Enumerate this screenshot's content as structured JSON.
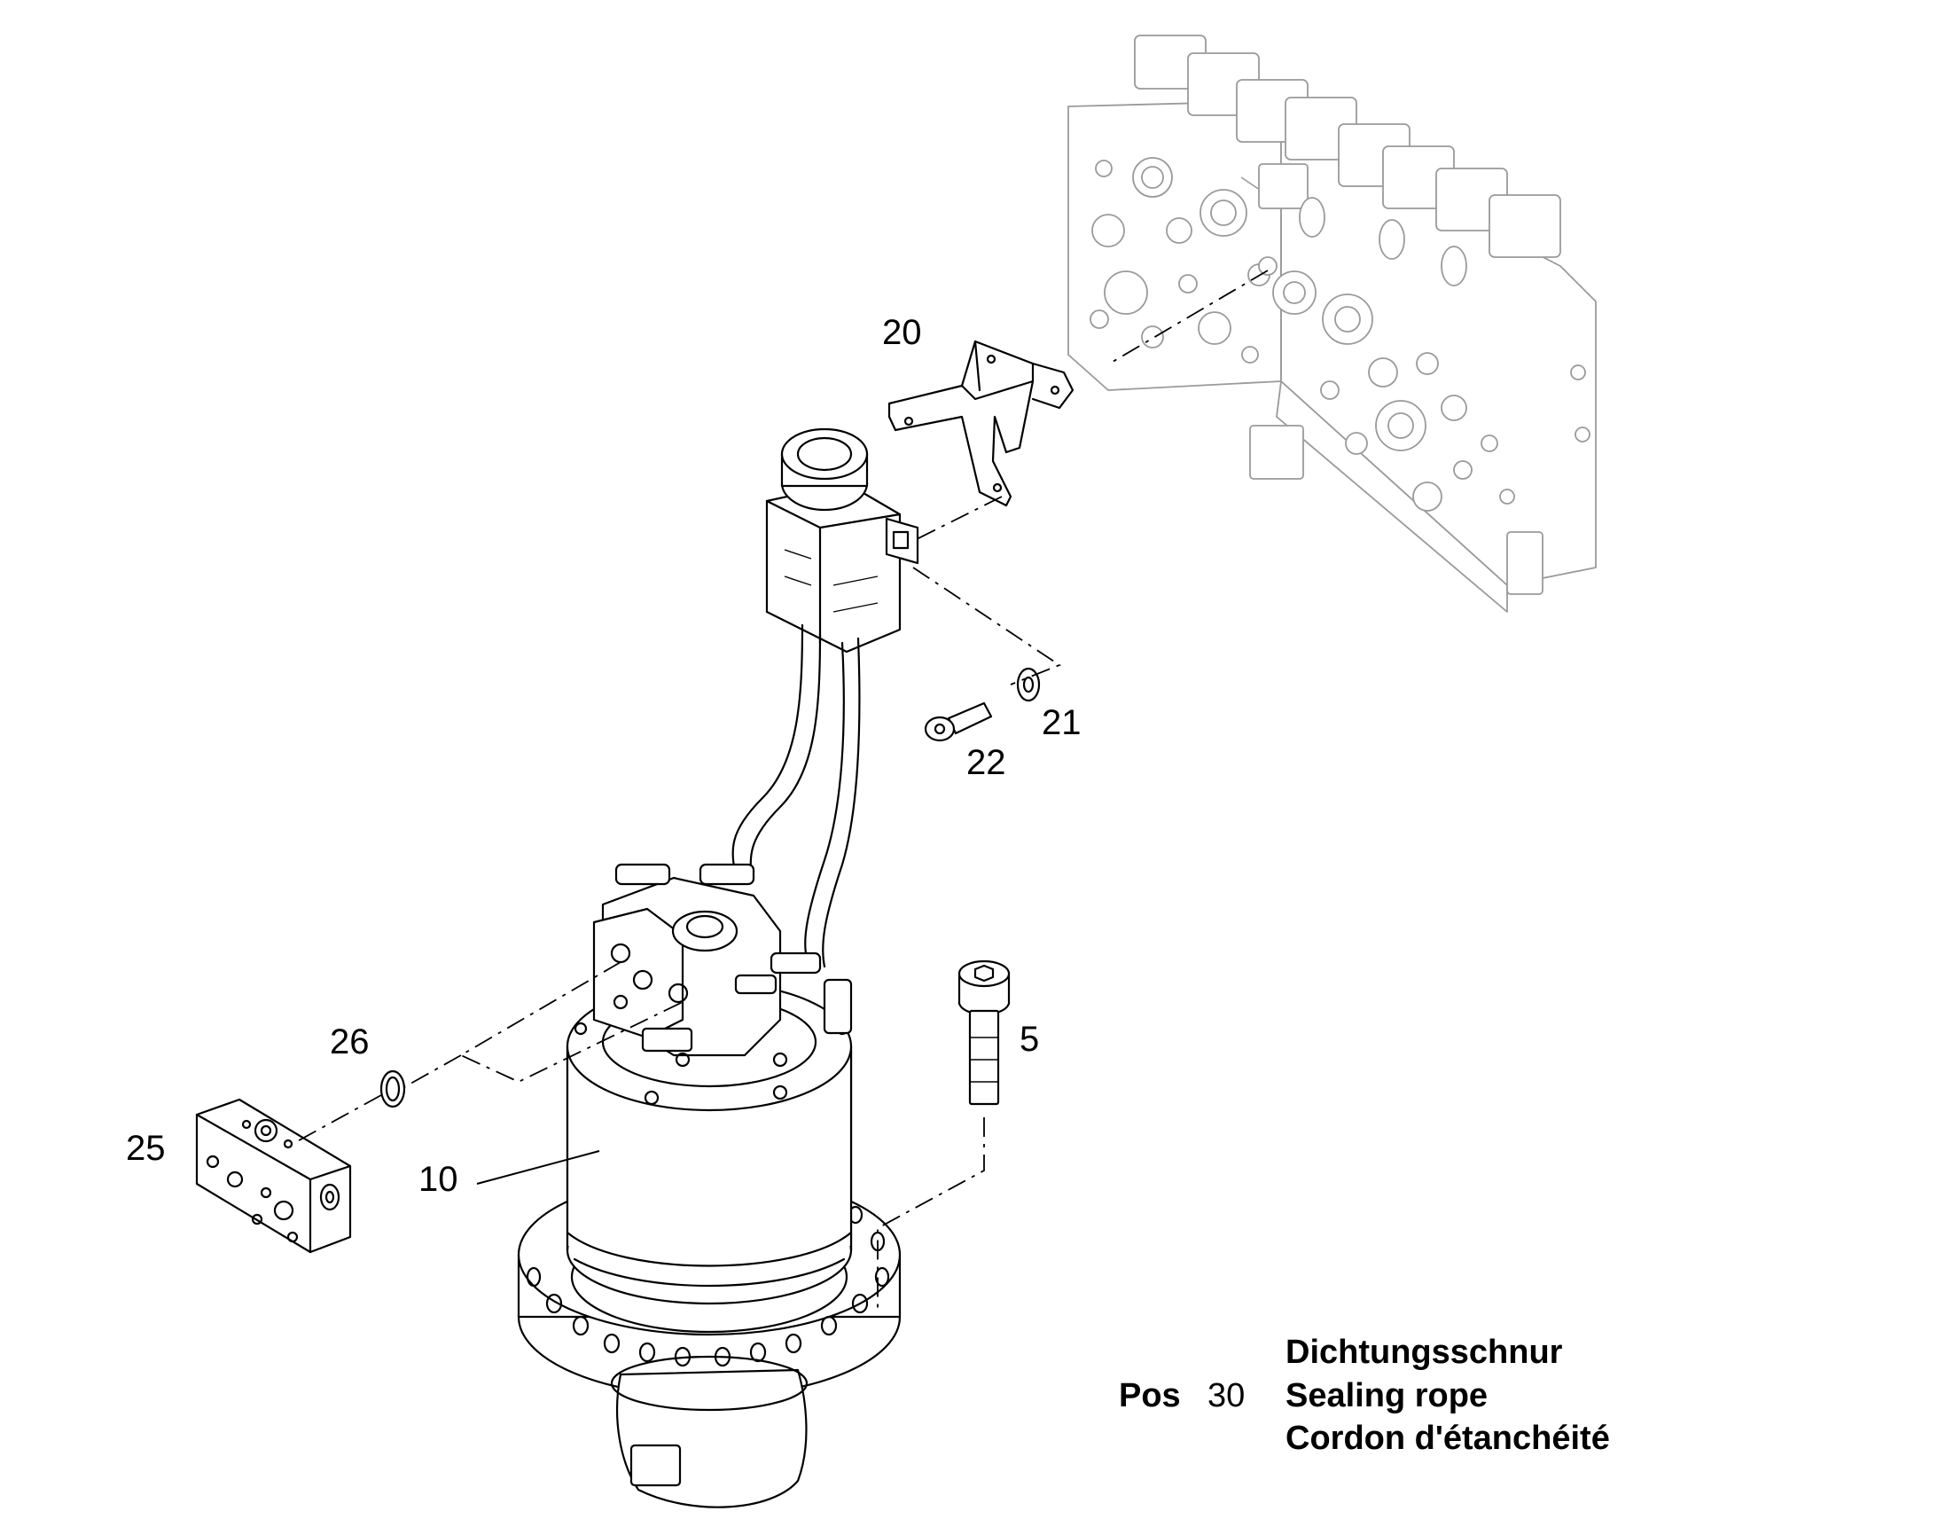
{
  "callouts": {
    "c20": "20",
    "c21": "21",
    "c22": "22",
    "c5": "5",
    "c26": "26",
    "c25": "25",
    "c10": "10"
  },
  "legend": {
    "pos_label": "Pos",
    "pos_number": "30",
    "line_de": "Dichtungsschnur",
    "line_en": "Sealing rope",
    "line_fr": "Cordon d'étanchéité"
  }
}
